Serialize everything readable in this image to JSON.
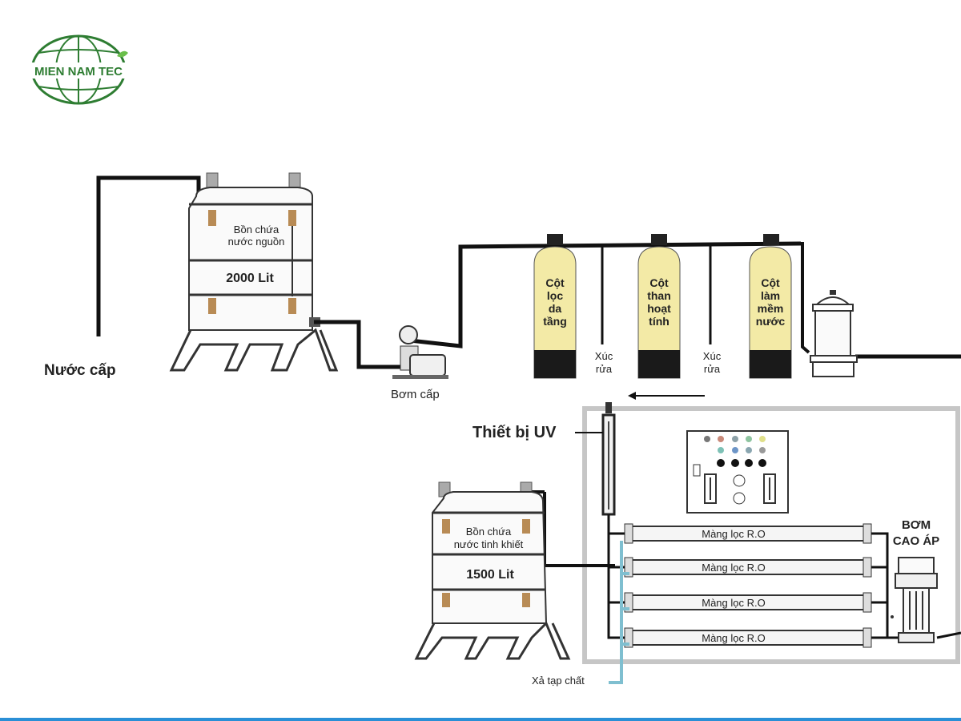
{
  "logo": {
    "text": "MIEN NAM TEC"
  },
  "labels": {
    "nuoc_cap": "Nước cấp",
    "bom_cap": "Bơm cấp",
    "thiet_bi_uv": "Thiết bị UV",
    "bom_cao_ap_1": "BƠM",
    "bom_cao_ap_2": "CAO ÁP",
    "xa_tap_chat": "Xả tạp chất"
  },
  "tank_source": {
    "line1": "Bồn chứa",
    "line2": "nước nguồn",
    "capacity": "2000 Lit"
  },
  "tank_product": {
    "line1": "Bồn chứa",
    "line2": "nước tinh khiết",
    "capacity": "1500 Lit"
  },
  "columns": [
    {
      "lines": [
        "Cột",
        "lọc",
        "da",
        "tầng"
      ]
    },
    {
      "lines": [
        "Cột",
        "than",
        "hoạt",
        "tính"
      ]
    },
    {
      "lines": [
        "Cột",
        "làm",
        "mềm",
        "nước"
      ]
    }
  ],
  "backwash": [
    {
      "line1": "Xúc",
      "line2": "rửa"
    },
    {
      "line1": "Xúc",
      "line2": "rửa"
    }
  ],
  "membranes": [
    "Màng lọc R.O",
    "Màng lọc R.O",
    "Màng lọc R.O",
    "Màng lọc R.O"
  ],
  "colors": {
    "pipe": "#111111",
    "column_body": "#f3eaa6",
    "column_base": "#1a1a1a",
    "drain_pipe": "#7fbfd0",
    "frame": "#c6c6c6",
    "logo_green": "#2e7d32",
    "bottom_rule": "#2a8fd6"
  }
}
